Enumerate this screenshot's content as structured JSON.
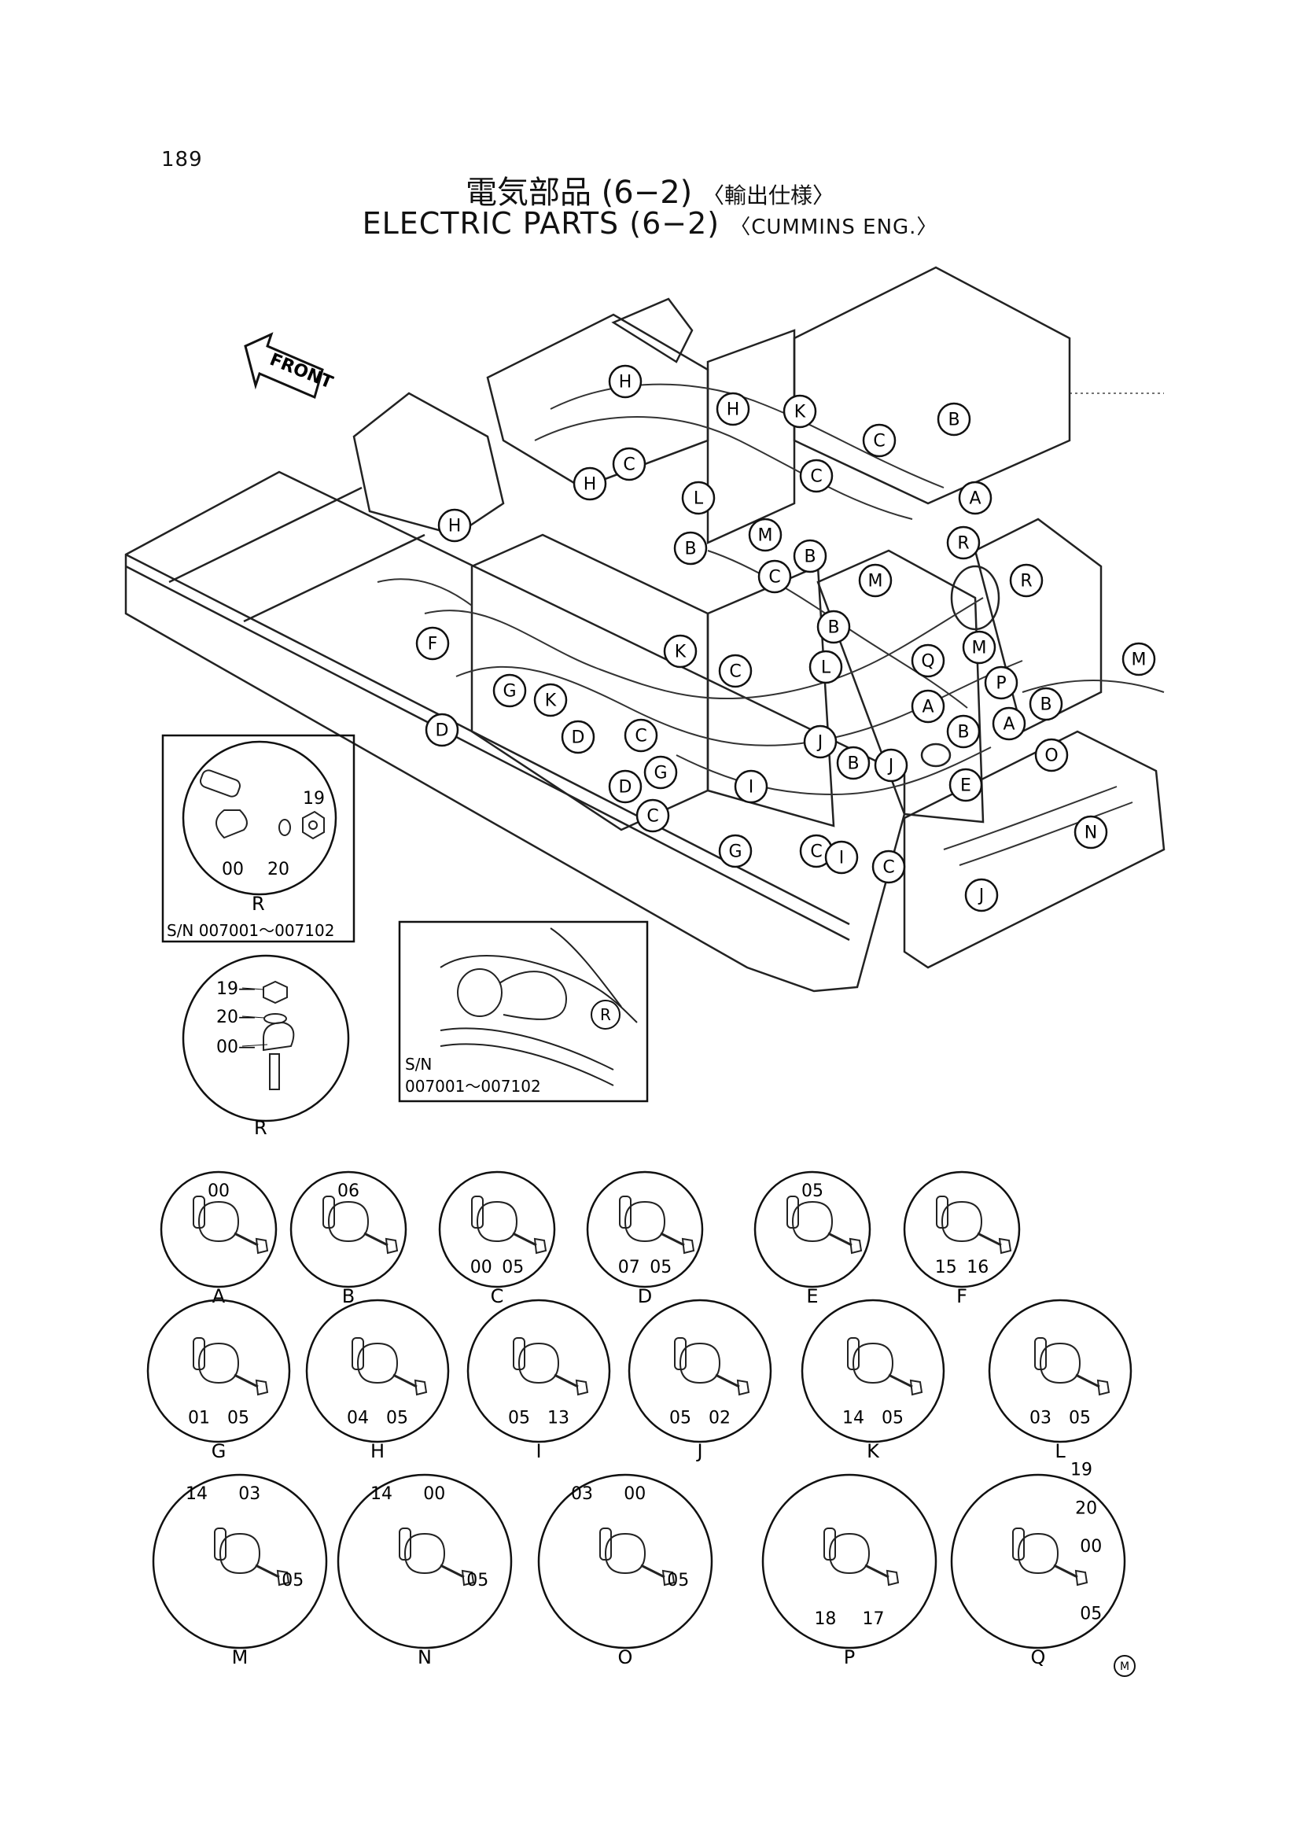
{
  "page_number": "189",
  "title_jp": "電気部品 (6−2)",
  "title_jp_suffix": "〈輸出仕様〉",
  "title_en": "ELECTRIC PARTS (6−2)",
  "title_en_suffix": "〈CUMMINS ENG.〉",
  "front_label": "FRONT",
  "main_callouts": [
    {
      "letter": "H"
    },
    {
      "letter": "H"
    },
    {
      "letter": "H"
    },
    {
      "letter": "H"
    },
    {
      "letter": "C"
    },
    {
      "letter": "C"
    },
    {
      "letter": "C"
    },
    {
      "letter": "C"
    },
    {
      "letter": "C"
    },
    {
      "letter": "C"
    },
    {
      "letter": "C"
    },
    {
      "letter": "C"
    },
    {
      "letter": "C"
    },
    {
      "letter": "K"
    },
    {
      "letter": "K"
    },
    {
      "letter": "K"
    },
    {
      "letter": "B"
    },
    {
      "letter": "B"
    },
    {
      "letter": "B"
    },
    {
      "letter": "B"
    },
    {
      "letter": "B"
    },
    {
      "letter": "B"
    },
    {
      "letter": "B"
    },
    {
      "letter": "A"
    },
    {
      "letter": "A"
    },
    {
      "letter": "A"
    },
    {
      "letter": "L"
    },
    {
      "letter": "L"
    },
    {
      "letter": "M"
    },
    {
      "letter": "M"
    },
    {
      "letter": "M"
    },
    {
      "letter": "M"
    },
    {
      "letter": "R"
    },
    {
      "letter": "R"
    },
    {
      "letter": "F"
    },
    {
      "letter": "G"
    },
    {
      "letter": "G"
    },
    {
      "letter": "G"
    },
    {
      "letter": "D"
    },
    {
      "letter": "D"
    },
    {
      "letter": "D"
    },
    {
      "letter": "Q"
    },
    {
      "letter": "P"
    },
    {
      "letter": "O"
    },
    {
      "letter": "J"
    },
    {
      "letter": "J"
    },
    {
      "letter": "J"
    },
    {
      "letter": "I"
    },
    {
      "letter": "I"
    },
    {
      "letter": "E"
    },
    {
      "letter": "N"
    }
  ],
  "inset_r1": {
    "letter": "R",
    "parts": [
      "19",
      "00",
      "20"
    ],
    "serial": "S/N 007001〜007102"
  },
  "inset_r2": {
    "letter": "R",
    "parts": [
      "19",
      "20",
      "00"
    ]
  },
  "inset_detail": {
    "callout": "R",
    "serial_line1": "S/N",
    "serial_line2": "007001〜007102"
  },
  "detail_row_1": [
    {
      "letter": "A",
      "parts": [
        "00"
      ]
    },
    {
      "letter": "B",
      "parts": [
        "06"
      ]
    },
    {
      "letter": "C",
      "parts": [
        "00",
        "05"
      ]
    },
    {
      "letter": "D",
      "parts": [
        "07",
        "05"
      ]
    },
    {
      "letter": "E",
      "parts": [
        "05"
      ]
    },
    {
      "letter": "F",
      "parts": [
        "15",
        "16"
      ]
    }
  ],
  "detail_row_2": [
    {
      "letter": "G",
      "parts": [
        "01",
        "05"
      ]
    },
    {
      "letter": "H",
      "parts": [
        "04",
        "05"
      ]
    },
    {
      "letter": "I",
      "parts": [
        "05",
        "13"
      ]
    },
    {
      "letter": "J",
      "parts": [
        "05",
        "02"
      ]
    },
    {
      "letter": "K",
      "parts": [
        "14",
        "05"
      ]
    },
    {
      "letter": "L",
      "parts": [
        "03",
        "05"
      ]
    }
  ],
  "detail_row_3": [
    {
      "letter": "M",
      "parts": [
        "14",
        "03",
        "05"
      ]
    },
    {
      "letter": "N",
      "parts": [
        "14",
        "00",
        "05"
      ]
    },
    {
      "letter": "O",
      "parts": [
        "03",
        "00",
        "05"
      ]
    },
    {
      "letter": "P",
      "parts": [
        "18",
        "17"
      ]
    },
    {
      "letter": "Q",
      "parts": [
        "19",
        "20",
        "00",
        "05"
      ]
    }
  ],
  "mark": "M"
}
